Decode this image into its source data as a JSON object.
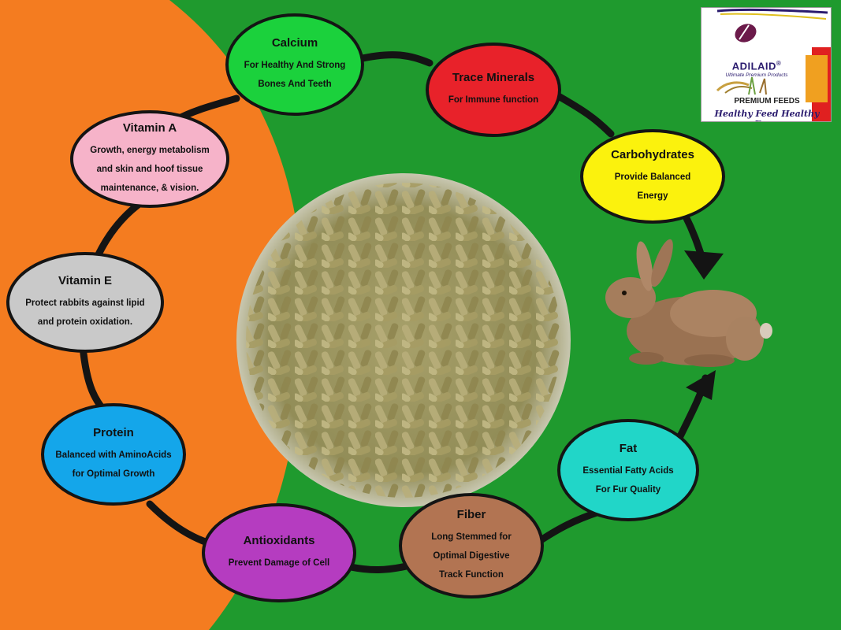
{
  "nodes": {
    "calcium": {
      "title": "Calcium",
      "desc": "For Healthy And Strong\nBones And Teeth"
    },
    "trace_minerals": {
      "title": "Trace Minerals",
      "desc": "For Immune  function"
    },
    "carbohydrates": {
      "title": "Carbohydrates",
      "desc": "Provide Balanced\nEnergy"
    },
    "vitamin_a": {
      "title": "Vitamin  A",
      "desc": "Growth, energy metabolism\nand skin and hoof tissue\nmaintenance, & vision."
    },
    "vitamin_e": {
      "title": "Vitamin E",
      "desc": "Protect rabbits against lipid\nand protein oxidation."
    },
    "protein": {
      "title": "Protein",
      "desc": "Balanced with AminoAcids\nfor  Optimal Growth"
    },
    "antioxidants": {
      "title": "Antioxidants",
      "desc": "Prevent Damage of Cell"
    },
    "fiber": {
      "title": "Fiber",
      "desc": "Long Stemmed for\nOptimal  Digestive\nTrack Function"
    },
    "fat": {
      "title": "Fat",
      "desc": "Essential Fatty Acids\nFor Fur Quality"
    }
  },
  "logo": {
    "brand": "ADILAID",
    "registered": "®",
    "tagline": "Ultimate Premium Products",
    "premium": "PREMIUM FEEDS",
    "slogan": "Healthy Feed Healthy Farm"
  },
  "colors": {
    "background_green": "#1f9a2e",
    "background_orange": "#f47c20",
    "calcium": "#1bd13c",
    "trace_minerals": "#e8222a",
    "carbohydrates": "#fbf20d",
    "vitamin_a": "#f6b3c9",
    "vitamin_e": "#c9c9c9",
    "protein": "#14a6ea",
    "antioxidants": "#b53cc0",
    "fiber": "#b27452",
    "fat": "#21d6c8"
  },
  "images": {
    "center": "feed-pellets",
    "side": "rabbit"
  }
}
